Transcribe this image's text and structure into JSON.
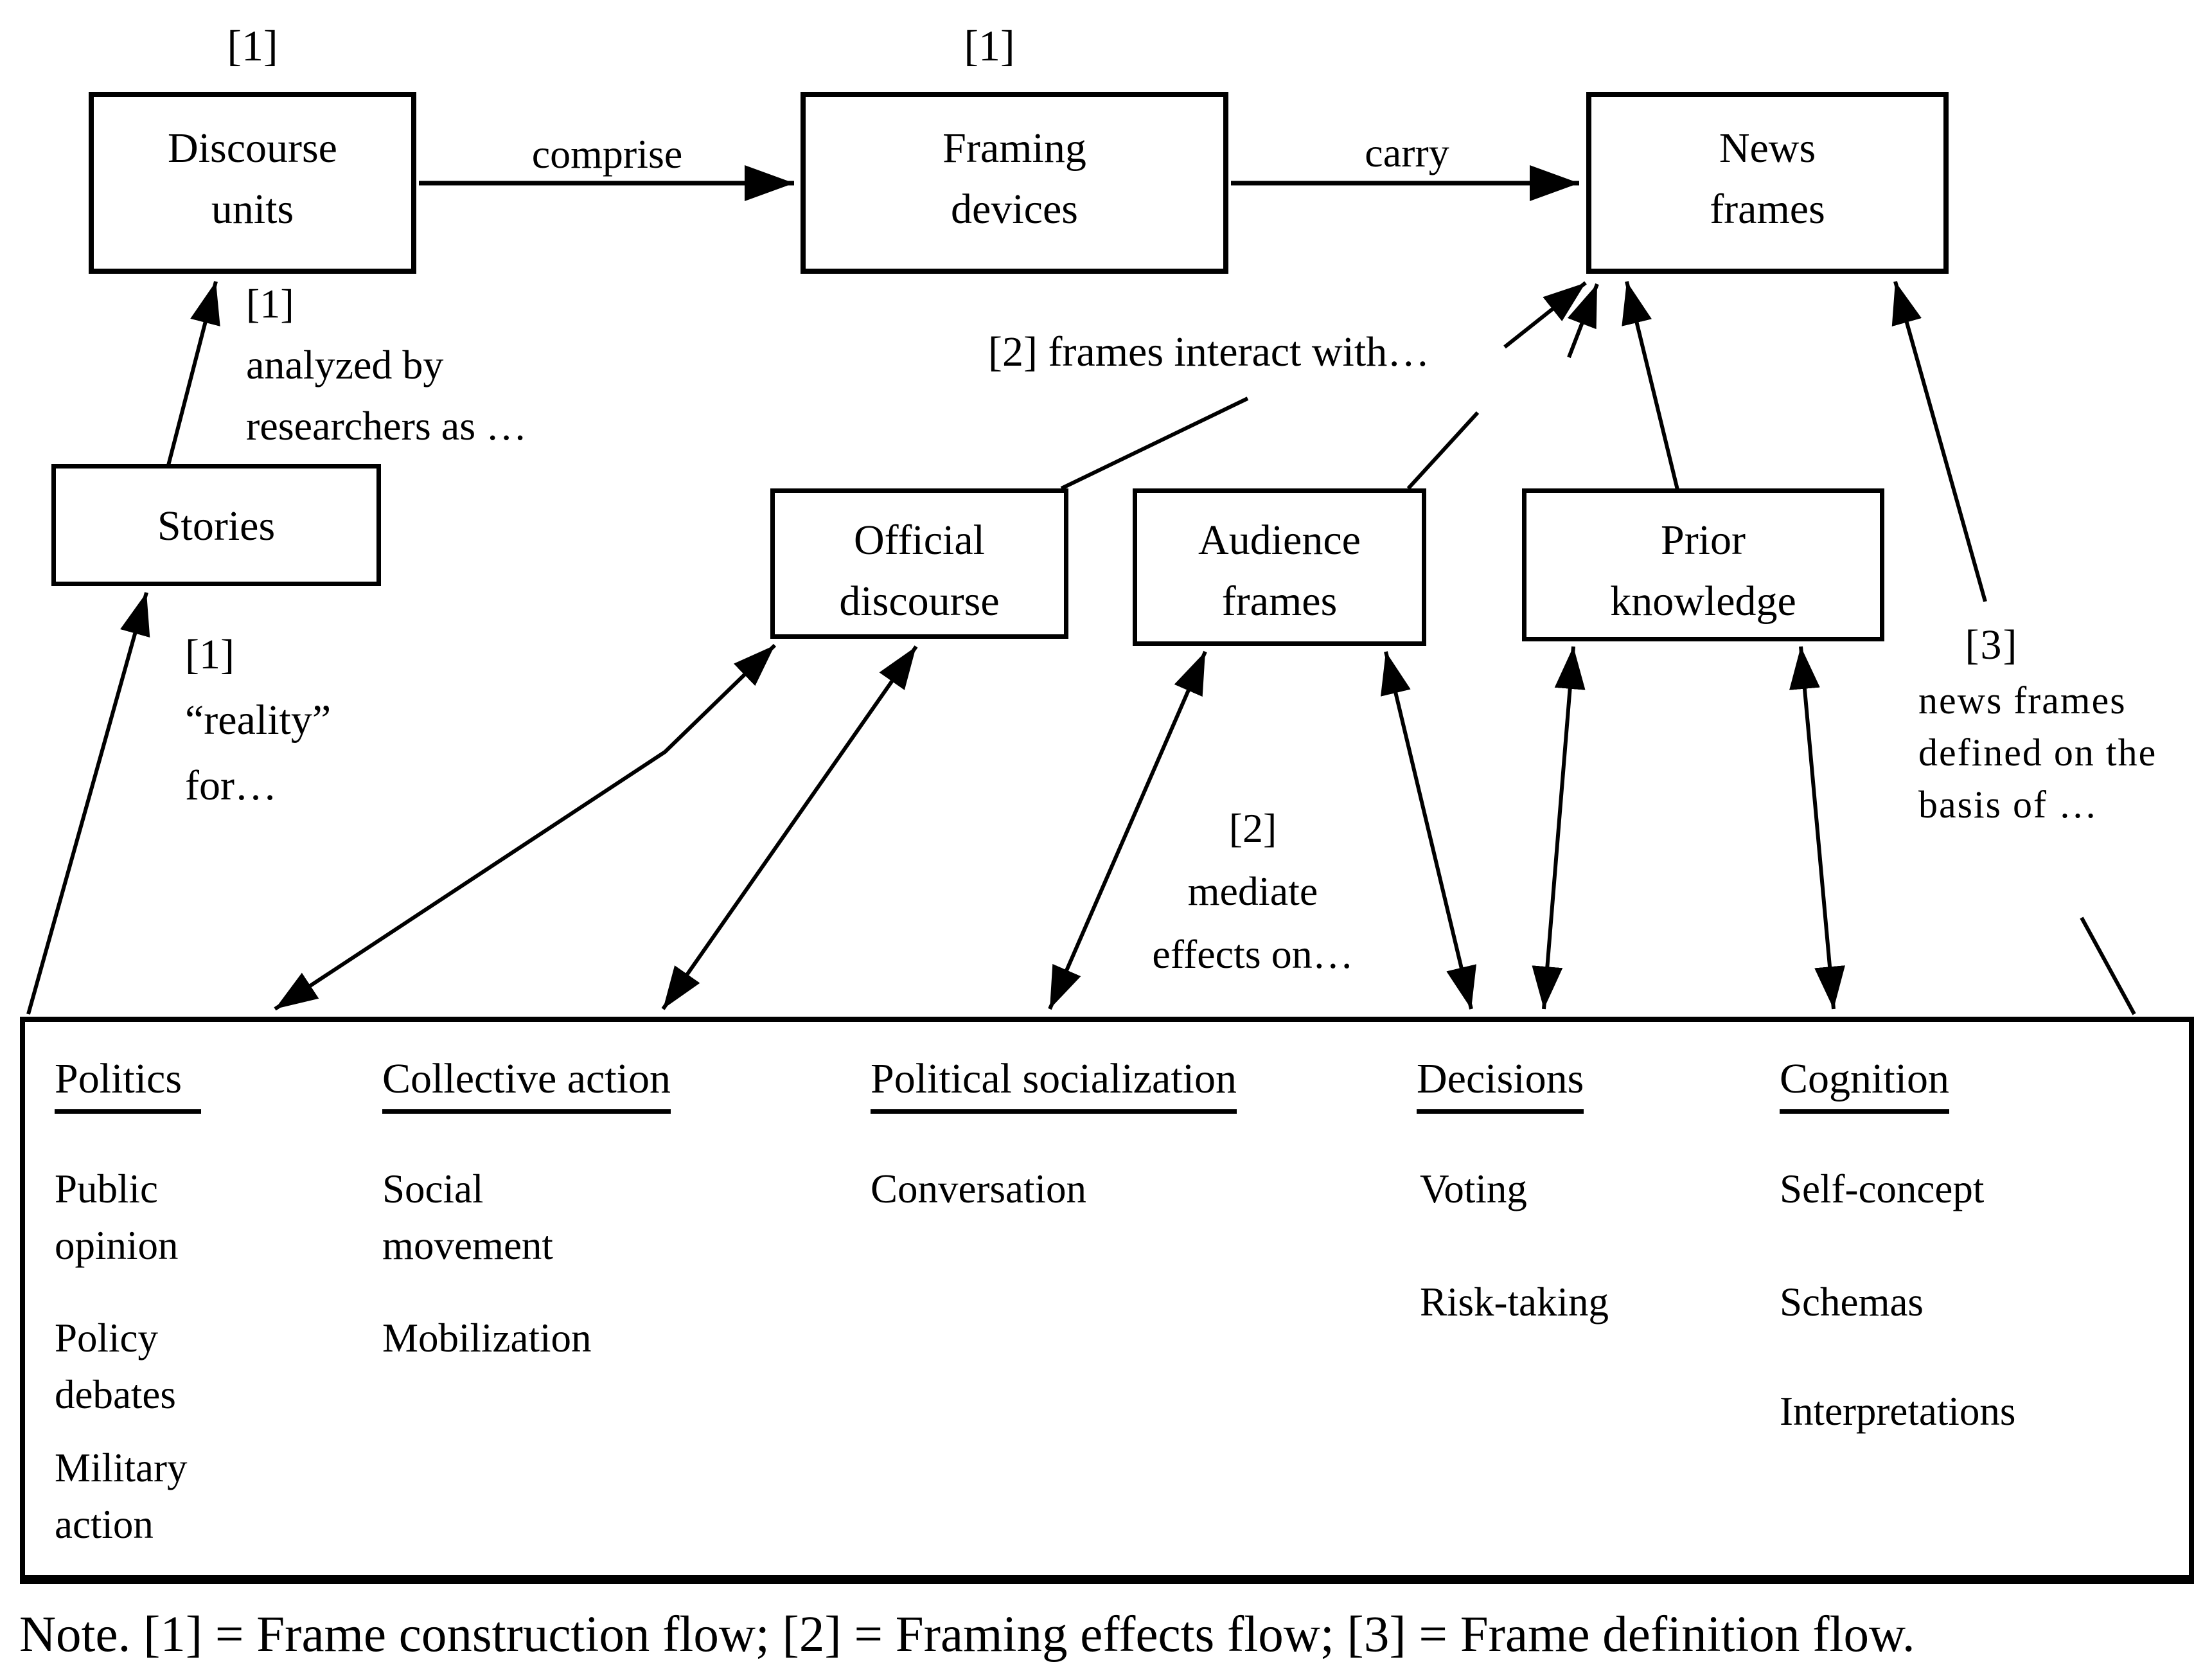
{
  "diagram": {
    "colors": {
      "ink": "#000000",
      "background": "#ffffff"
    },
    "boxes": {
      "discourse_units": [
        "Discourse",
        "units"
      ],
      "framing_devices": [
        "Framing",
        "devices"
      ],
      "news_frames": [
        "News",
        "frames"
      ],
      "stories": [
        "Stories"
      ],
      "official_discourse": [
        "Official",
        "discourse"
      ],
      "audience_frames": [
        "Audience",
        "frames"
      ],
      "prior_knowledge": [
        "Prior",
        "knowledge"
      ]
    },
    "flow_markers": {
      "above_discourse_units": "[1]",
      "above_framing_devices": "[1]"
    },
    "edge_labels": {
      "comprise": "comprise",
      "carry": "carry",
      "analyzed_by": [
        "[1]",
        "analyzed by",
        "researchers as …"
      ],
      "reality_for": [
        "[1]",
        "“reality”",
        "for…"
      ],
      "frames_interact": "[2] frames interact with…",
      "mediate_effects": [
        "[2]",
        "mediate",
        "effects on…"
      ],
      "frames_defined_marker": "[3]",
      "frames_defined": [
        "news frames",
        "defined on the",
        "basis of …"
      ]
    },
    "outcome_panel": {
      "columns": [
        {
          "header": "Politics",
          "items": [
            [
              "Public",
              "opinion"
            ],
            [
              "Policy",
              "debates"
            ],
            [
              "Military",
              "action"
            ]
          ]
        },
        {
          "header": "Collective action",
          "items": [
            [
              "Social",
              "movement"
            ],
            [
              "Mobilization"
            ]
          ]
        },
        {
          "header": "Political socialization",
          "items": [
            [
              "Conversation"
            ]
          ]
        },
        {
          "header": "Decisions",
          "items": [
            [
              "Voting"
            ],
            [
              "Risk-taking"
            ]
          ]
        },
        {
          "header": "Cognition",
          "items": [
            [
              "Self-concept"
            ],
            [
              "Schemas"
            ],
            [
              "Interpretations"
            ]
          ]
        }
      ]
    },
    "note": "Note. [1] = Frame construction flow; [2] = Framing effects flow; [3] = Frame definition flow."
  }
}
